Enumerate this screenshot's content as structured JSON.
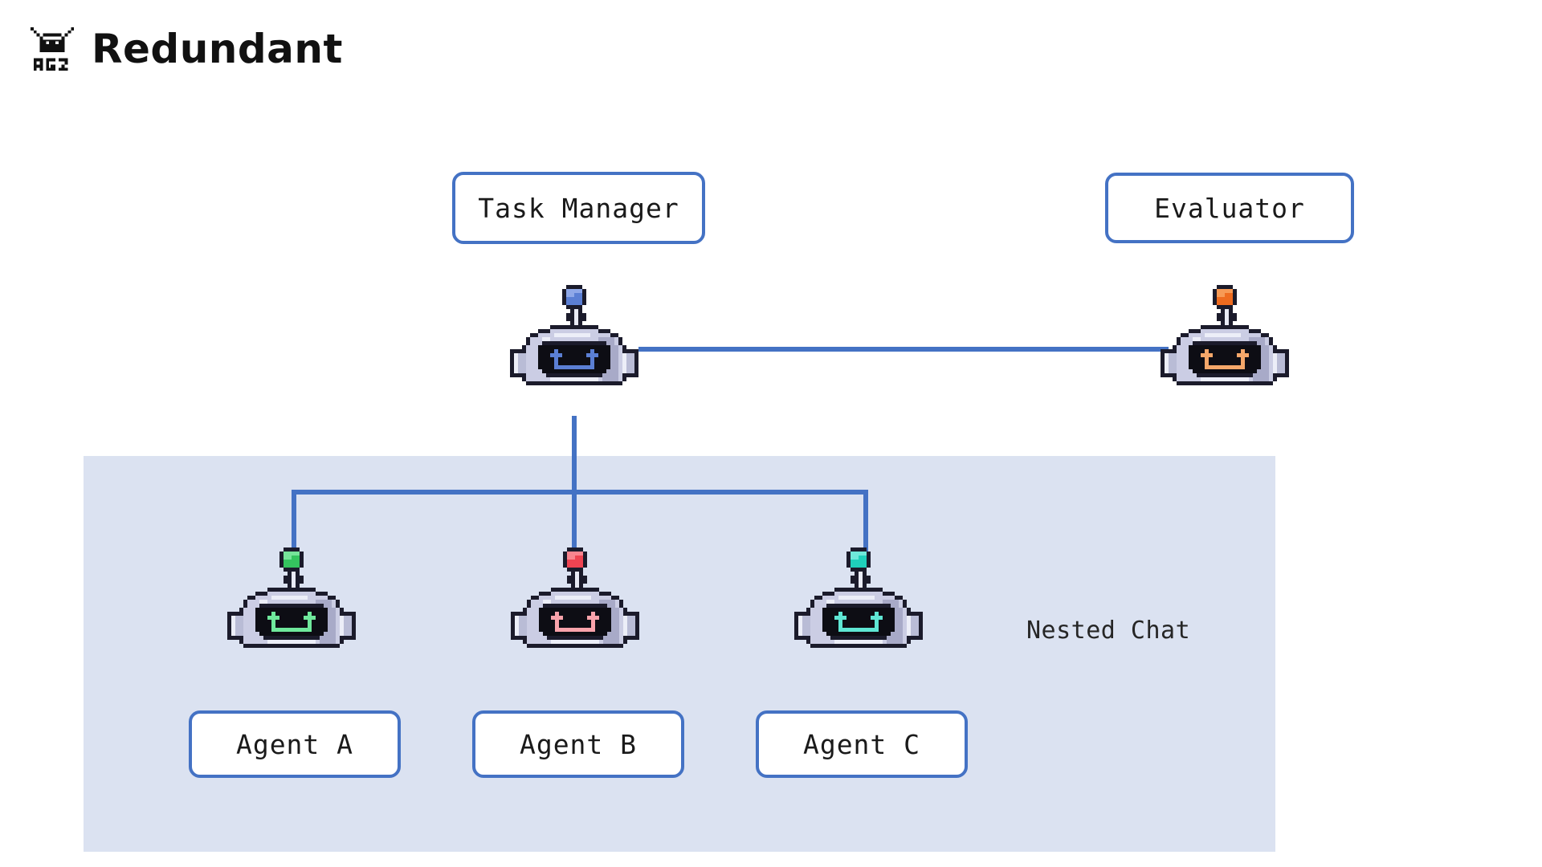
{
  "header": {
    "logo_icon": "ag2-robot-logo-icon",
    "logo_text": "AG2",
    "title": "Redundant"
  },
  "theme": {
    "line_color": "#4472c4",
    "border_color": "#4472c4",
    "panel_background": "#dbe2f1",
    "page_background": "#ffffff",
    "text_color": "#1a1a1a"
  },
  "diagram": {
    "type": "agent-orchestration-diagram",
    "nodes": [
      {
        "id": "task-manager",
        "label": "Task Manager",
        "avatar_icon": "robot-avatar-icon",
        "accent_color": "#5b7fd4",
        "label_position": "above"
      },
      {
        "id": "evaluator",
        "label": "Evaluator",
        "avatar_icon": "robot-avatar-icon",
        "accent_color": "#ee6b1f",
        "label_position": "above"
      },
      {
        "id": "agent-a",
        "label": "Agent A",
        "avatar_icon": "robot-avatar-icon",
        "accent_color": "#35c45f",
        "label_position": "below"
      },
      {
        "id": "agent-b",
        "label": "Agent B",
        "avatar_icon": "robot-avatar-icon",
        "accent_color": "#ef4452",
        "label_position": "below"
      },
      {
        "id": "agent-c",
        "label": "Agent C",
        "avatar_icon": "robot-avatar-icon",
        "accent_color": "#1fcfbb",
        "label_position": "below"
      }
    ],
    "edges": [
      {
        "from": "task-manager",
        "to": "evaluator",
        "style": "horizontal"
      },
      {
        "from": "task-manager",
        "to": "agent-a",
        "style": "orthogonal"
      },
      {
        "from": "task-manager",
        "to": "agent-b",
        "style": "orthogonal"
      },
      {
        "from": "task-manager",
        "to": "agent-c",
        "style": "orthogonal"
      }
    ],
    "groups": [
      {
        "id": "nested-chat",
        "label": "Nested Chat",
        "members": [
          "agent-a",
          "agent-b",
          "agent-c"
        ]
      }
    ]
  }
}
